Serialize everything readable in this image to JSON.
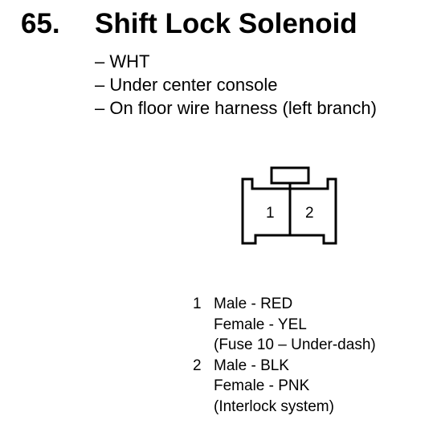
{
  "title": {
    "number": "65.",
    "text": "Shift Lock Solenoid"
  },
  "notes": [
    "– WHT",
    "– Under center console",
    "– On floor wire harness (left branch)"
  ],
  "connector": {
    "pin_labels": [
      "1",
      "2"
    ]
  },
  "pins": [
    {
      "number": "1",
      "male": "Male - RED",
      "female": "Female - YEL",
      "note": "(Fuse 10 – Under-dash)"
    },
    {
      "number": "2",
      "male": "Male - BLK",
      "female": "Female - PNK",
      "note": "(Interlock system)"
    }
  ]
}
